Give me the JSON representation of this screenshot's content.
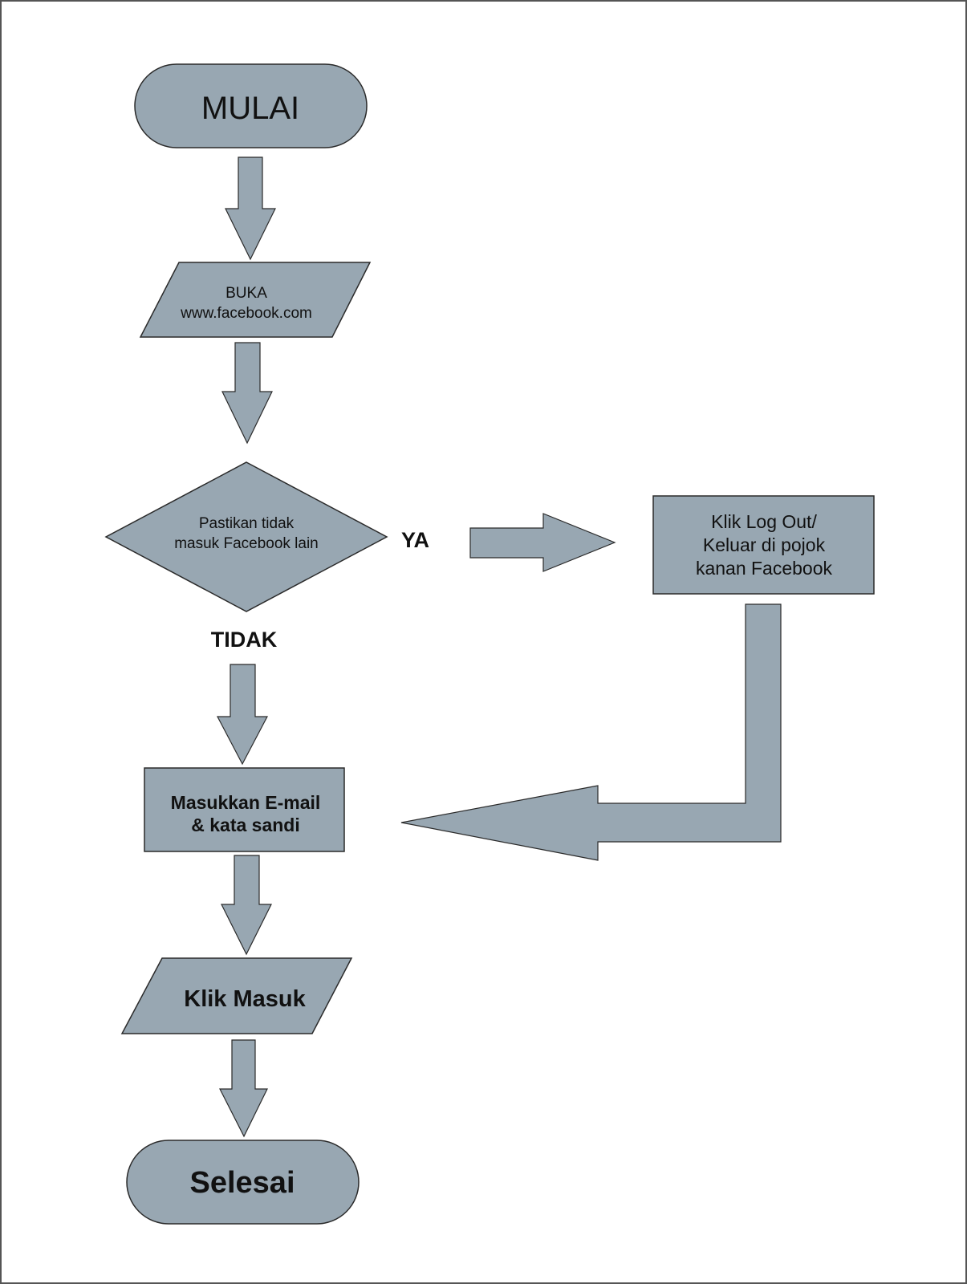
{
  "diagram": {
    "nodes": {
      "start": {
        "text": "MULAI"
      },
      "open_site": {
        "lines": [
          "BUKA",
          "www.facebook.com"
        ]
      },
      "decision": {
        "lines": [
          "Pastikan tidak",
          "masuk Facebook lain"
        ]
      },
      "logout": {
        "lines": [
          "Klik Log Out/",
          "Keluar di pojok",
          "kanan Facebook"
        ]
      },
      "enter_credentials": {
        "lines": [
          "Masukkan E-mail",
          "& kata sandi"
        ]
      },
      "click_login": {
        "text": "Klik Masuk"
      },
      "end": {
        "text": "Selesai"
      }
    },
    "edge_labels": {
      "yes": "YA",
      "no": "TIDAK"
    },
    "colors": {
      "shape_fill": "#98a7b2",
      "stroke": "#2a2a2a"
    }
  }
}
